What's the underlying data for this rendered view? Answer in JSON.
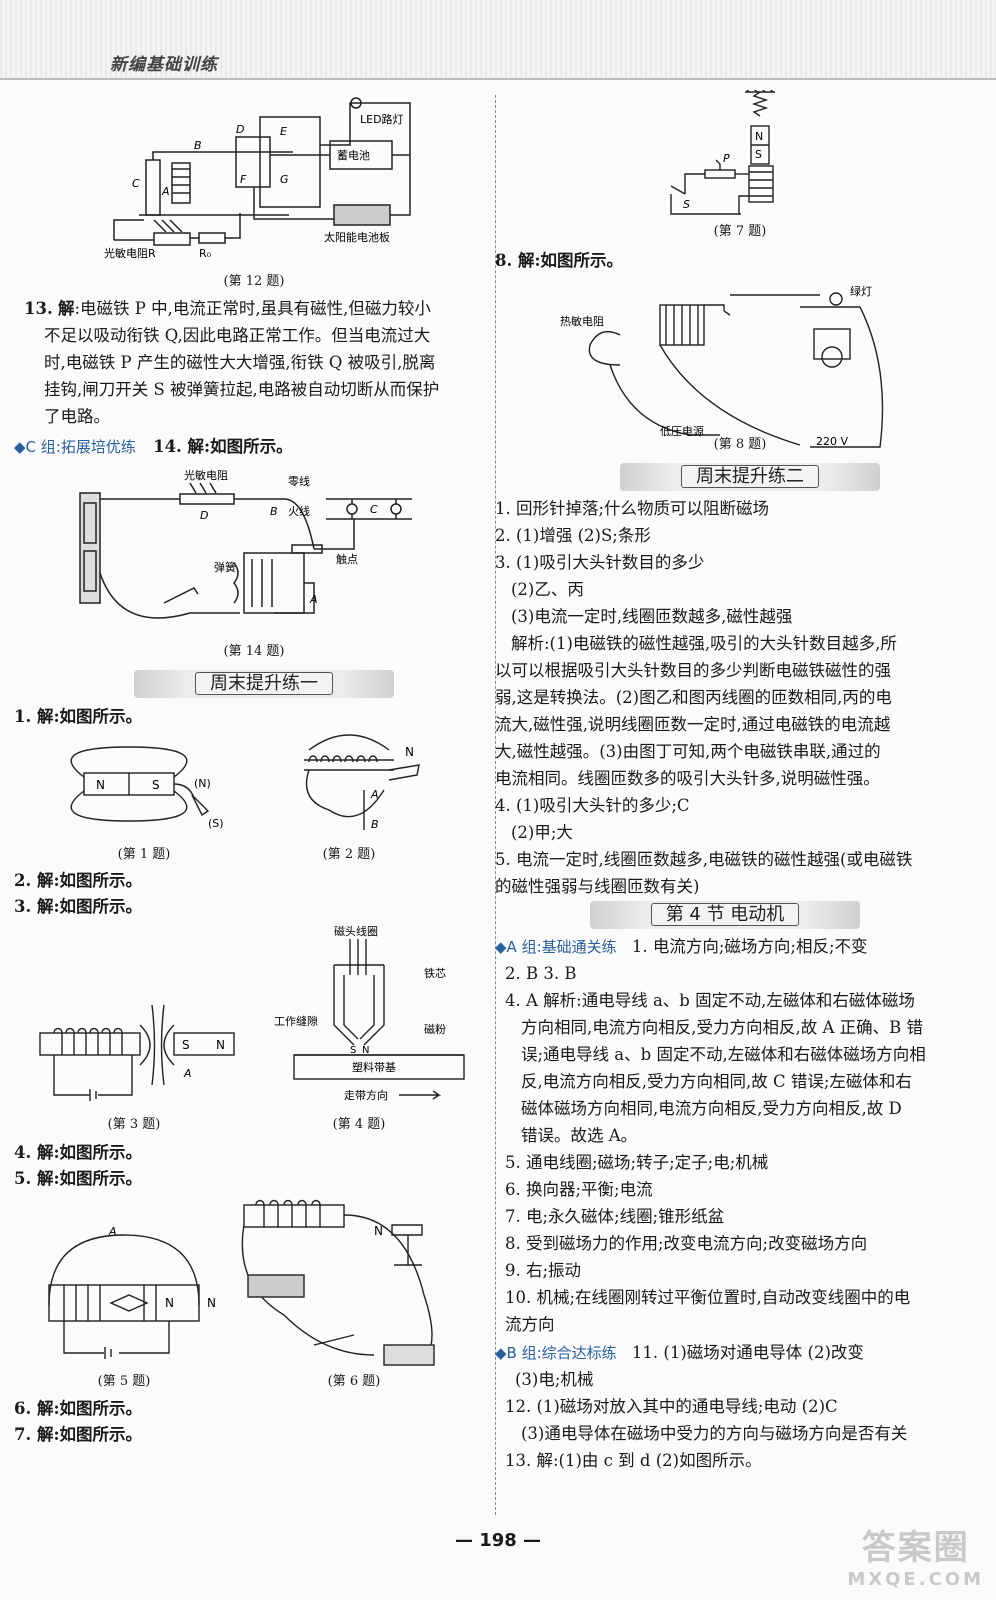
{
  "header": {
    "title": "新编基础训练"
  },
  "figures": {
    "f12": "(第 12 题)",
    "f14": "(第 14 题)",
    "f1": "(第 1 题)",
    "f2": "(第 2 题)",
    "f3": "(第 3 题)",
    "f4": "(第 4 题)",
    "f5": "(第 5 题)",
    "f6": "(第 6 题)",
    "f7": "(第 7 题)",
    "f8": "(第 8 题)"
  },
  "labels12": {
    "led": "LED路灯",
    "bat": "蓄电池",
    "solar": "太阳能电池板",
    "ldr": "光敏电阻R",
    "r0": "R₀",
    "a": "A",
    "b": "B",
    "c": "C",
    "d": "D",
    "e": "E",
    "f": "F",
    "g": "G"
  },
  "labels14": {
    "ldr": "光敏电阻",
    "zero": "零线",
    "fire": "火线",
    "spring": "弹簧",
    "contact": "触点",
    "a": "A",
    "b": "B",
    "c": "C",
    "d": "D"
  },
  "labels1": {
    "n": "N",
    "s": "S",
    "pn": "(N)",
    "ps": "(S)"
  },
  "labels2": {
    "n": "N",
    "a": "A",
    "b": "B"
  },
  "labels3": {
    "s": "S",
    "n": "N",
    "a": "A"
  },
  "labels4": {
    "coil": "磁头线圈",
    "core": "铁芯",
    "gap": "工作缝隙",
    "powder": "磁粉",
    "tape": "塑料带基",
    "dir": "走带方向",
    "s": "S",
    "n": "N"
  },
  "labels5": {
    "a": "A",
    "n": "N"
  },
  "labels6": {
    "n": "N"
  },
  "labels7": {
    "n": "N",
    "s": "S",
    "p": "P",
    "sw": "S"
  },
  "labels8": {
    "green": "绿灯",
    "therm": "热敏电阻",
    "low": "低压电源",
    "v220": "220 V"
  },
  "left": {
    "q13_num": "13.",
    "q13_lead": "解",
    "q13_lines": [
      ":电磁铁 P 中,电流正常时,虽具有磁性,但磁力较小",
      "不足以吸动衔铁 Q,因此电路正常工作。但当电流过大",
      "时,电磁铁 P 产生的磁性大大增强,衔铁 Q 被吸引,脱离",
      "挂钩,闸刀开关 S 被弹簧拉起,电路被自动切断从而保护",
      "了电路。"
    ],
    "groupC": "◆C 组:拓展培优练",
    "q14": "14. 解:如图所示。",
    "sect1": "周末提升练一",
    "s1_1": "1. 解:如图所示。",
    "s1_2": "2. 解:如图所示。",
    "s1_3": "3. 解:如图所示。",
    "s1_4": "4. 解:如图所示。",
    "s1_5": "5. 解:如图所示。",
    "s1_6": "6. 解:如图所示。",
    "s1_7": "7. 解:如图所示。"
  },
  "right": {
    "q8": "8. 解:如图所示。",
    "sect2": "周末提升练二",
    "lines": [
      "1. 回形针掉落;什么物质可以阻断磁场",
      "2. (1)增强 (2)S;条形",
      "3. (1)吸引大头针数目的多少",
      "(2)乙、丙",
      "(3)电流一定时,线圈匝数越多,磁性越强",
      "解析:(1)电磁铁的磁性越强,吸引的大头针数目越多,所",
      "以可以根据吸引大头针数目的多少判断电磁铁磁性的强",
      "弱,这是转换法。(2)图乙和图丙线圈的匝数相同,丙的电",
      "流大,磁性强,说明线圈匝数一定时,通过电磁铁的电流越",
      "大,磁性越强。(3)由图丁可知,两个电磁铁串联,通过的",
      "电流相同。线圈匝数多的吸引大头针多,说明磁性强。",
      "4. (1)吸引大头针的多少;C",
      "(2)甲;大",
      "5. 电流一定时,线圈匝数越多,电磁铁的磁性越强(或电磁铁",
      "的磁性强弱与线圈匝数有关)"
    ],
    "sect3": "第 4 节 电动机",
    "groupA": "◆A 组:基础通关练",
    "a1": "1. 电流方向;磁场方向;相反;不变",
    "lines2": [
      "2. B 3. B",
      "4. A 解析:通电导线 a、b 固定不动,左磁体和右磁体磁场",
      "方向相同,电流方向相反,受力方向相反,故 A 正确、B 错",
      "误;通电导线 a、b 固定不动,左磁体和右磁体磁场方向相",
      "反,电流方向相反,受力方向相同,故 C 错误;左磁体和右",
      "磁体磁场方向相同,电流方向相反,受力方向相反,故 D",
      "错误。故选 A。",
      "5. 通电线圈;磁场;转子;定子;电;机械",
      "6. 换向器;平衡;电流",
      "7. 电;永久磁体;线圈;锥形纸盆",
      "8. 受到磁场力的作用;改变电流方向;改变磁场方向",
      "9. 右;振动",
      "10. 机械;在线圈刚转过平衡位置时,自动改变线圈中的电",
      "流方向"
    ],
    "groupB": "◆B 组:综合达标练",
    "b11": "11. (1)磁场对通电导体 (2)改变",
    "lines3": [
      "(3)电;机械",
      "12. (1)磁场对放入其中的通电导线;电动 (2)C",
      "(3)通电导体在磁场中受力的方向与磁场方向是否有关",
      "13. 解:(1)由 c 到 d (2)如图所示。"
    ]
  },
  "page_number": "— 198 —",
  "watermark": {
    "line1": "答案圈",
    "line2": "MXQE.COM"
  }
}
